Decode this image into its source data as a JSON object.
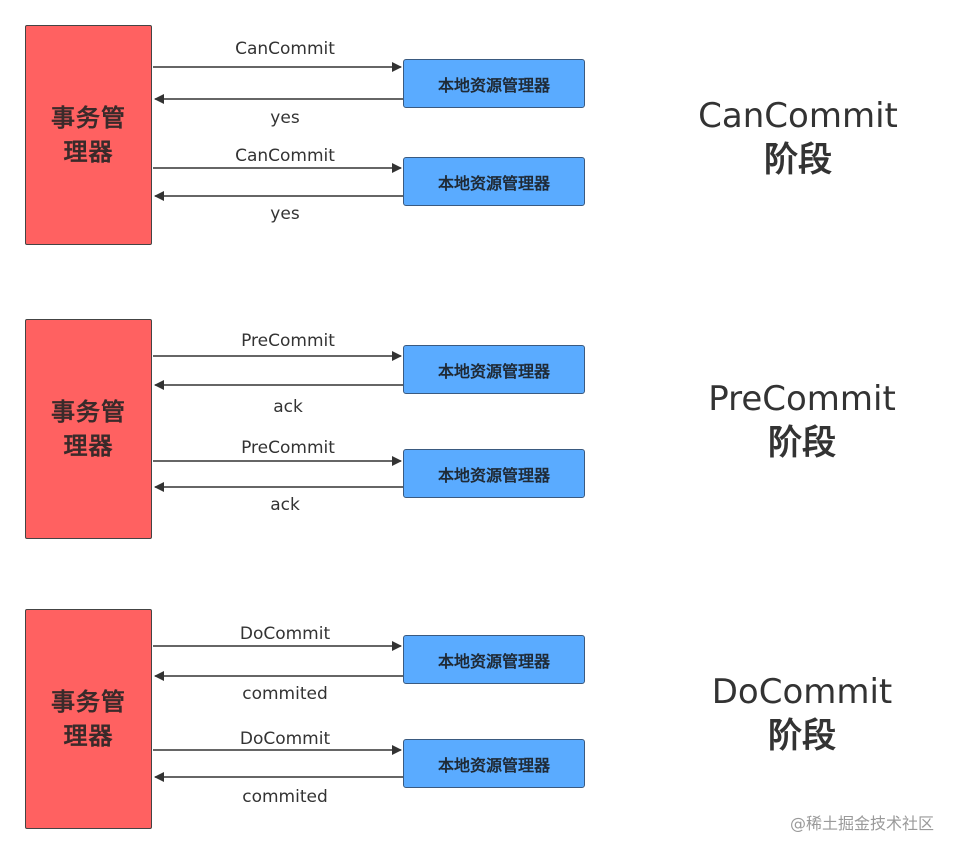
{
  "groups": [
    {
      "transaction_manager": "事务管理器",
      "participants": [
        {
          "label": "本地资源管理器",
          "request": "CanCommit",
          "response": "yes"
        },
        {
          "label": "本地资源管理器",
          "request": "CanCommit",
          "response": "yes"
        }
      ],
      "phase": {
        "name": "CanCommit",
        "suffix": "阶段"
      }
    },
    {
      "transaction_manager": "事务管理器",
      "participants": [
        {
          "label": "本地资源管理器",
          "request": "PreCommit",
          "response": "ack"
        },
        {
          "label": "本地资源管理器",
          "request": "PreCommit",
          "response": "ack"
        }
      ],
      "phase": {
        "name": "PreCommit",
        "suffix": "阶段"
      }
    },
    {
      "transaction_manager": "事务管理器",
      "participants": [
        {
          "label": "本地资源管理器",
          "request": "DoCommit",
          "response": "commited"
        },
        {
          "label": "本地资源管理器",
          "request": "DoCommit",
          "response": "commited"
        }
      ],
      "phase": {
        "name": "DoCommit",
        "suffix": "阶段"
      }
    }
  ],
  "watermark": "@稀土掘金技术社区",
  "colors": {
    "transaction_manager_fill": "#ff6161",
    "resource_manager_fill": "#5aabff",
    "arrow": "#333333"
  }
}
